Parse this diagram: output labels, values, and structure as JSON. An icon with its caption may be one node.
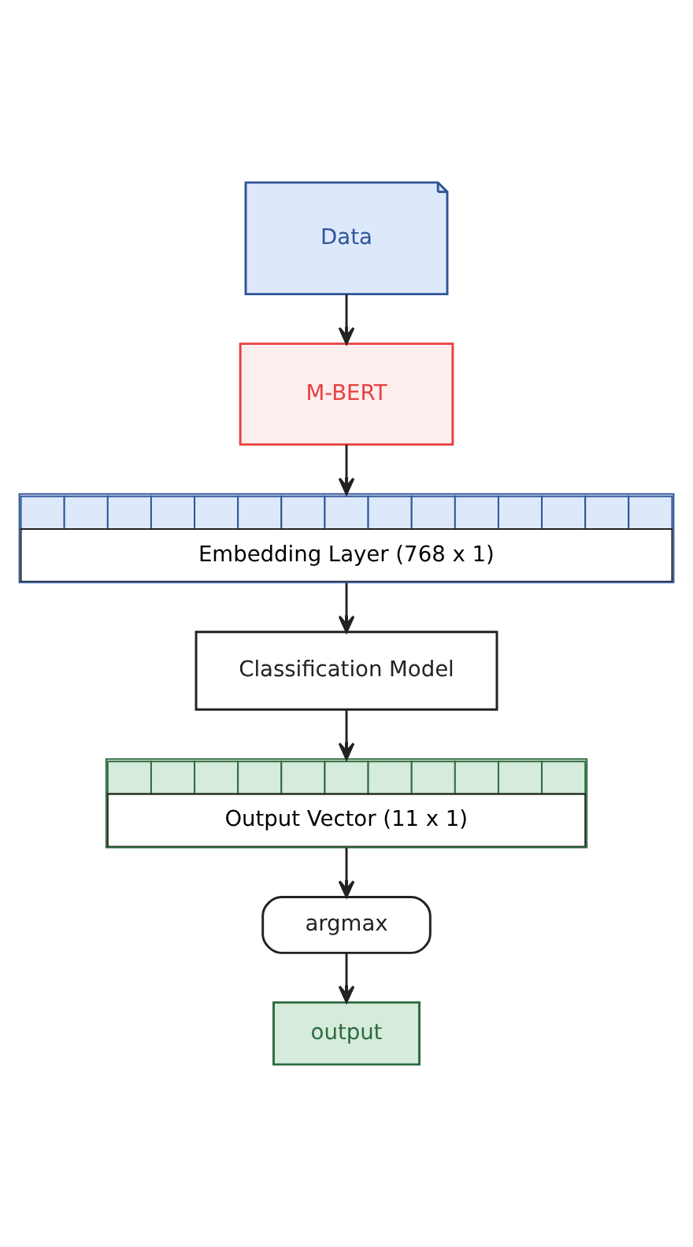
{
  "diagram": {
    "nodes": [
      {
        "text": [
          "Data"
        ]
      },
      {
        "text": [
          "M-BERT"
        ]
      },
      {
        "text": [
          "Embedding Layer (768 x 1)"
        ]
      },
      {
        "text": [
          "Classification Model"
        ]
      },
      {
        "text": [
          "Output Vector (11 x 1)"
        ]
      },
      {
        "text": [
          "argmax"
        ]
      },
      {
        "text": [
          "output"
        ]
      }
    ],
    "edges": [
      {
        "from": 0,
        "to": 1,
        "arrow": "to"
      },
      {
        "from": 1,
        "to": 2,
        "arrow": "to"
      },
      {
        "from": 2,
        "to": 3,
        "arrow": "to"
      },
      {
        "from": 3,
        "to": 4,
        "arrow": "to"
      },
      {
        "from": 4,
        "to": 5,
        "arrow": "to"
      },
      {
        "from": 5,
        "to": 6,
        "arrow": "to"
      }
    ]
  }
}
